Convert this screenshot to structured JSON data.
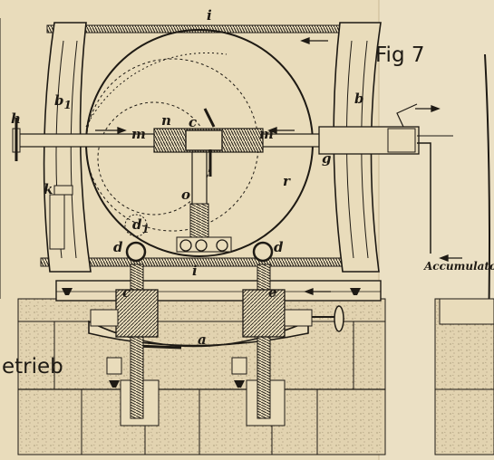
{
  "figure": {
    "title": "Fig 7",
    "side_caption": "etrieb",
    "accumulator_label": "Accumulator"
  },
  "labels": {
    "i_top": "i",
    "i_bottom": "i",
    "b_left": "b",
    "b_left_sub": "1",
    "b_right": "b",
    "h": "h",
    "m_left": "m",
    "n": "n",
    "c_top": "c",
    "m_right": "m",
    "g": "g",
    "r": "r",
    "o": "o",
    "k": "k",
    "d1": "d",
    "d1_sub": "1",
    "d_left": "d",
    "d_right": "d",
    "c_left": "c",
    "e": "e",
    "a": "a"
  },
  "colors": {
    "paper": "#e9dcbb",
    "ink": "#1e1a14",
    "stone": "#e2d3b0",
    "right_page": "#ebe0c4"
  }
}
